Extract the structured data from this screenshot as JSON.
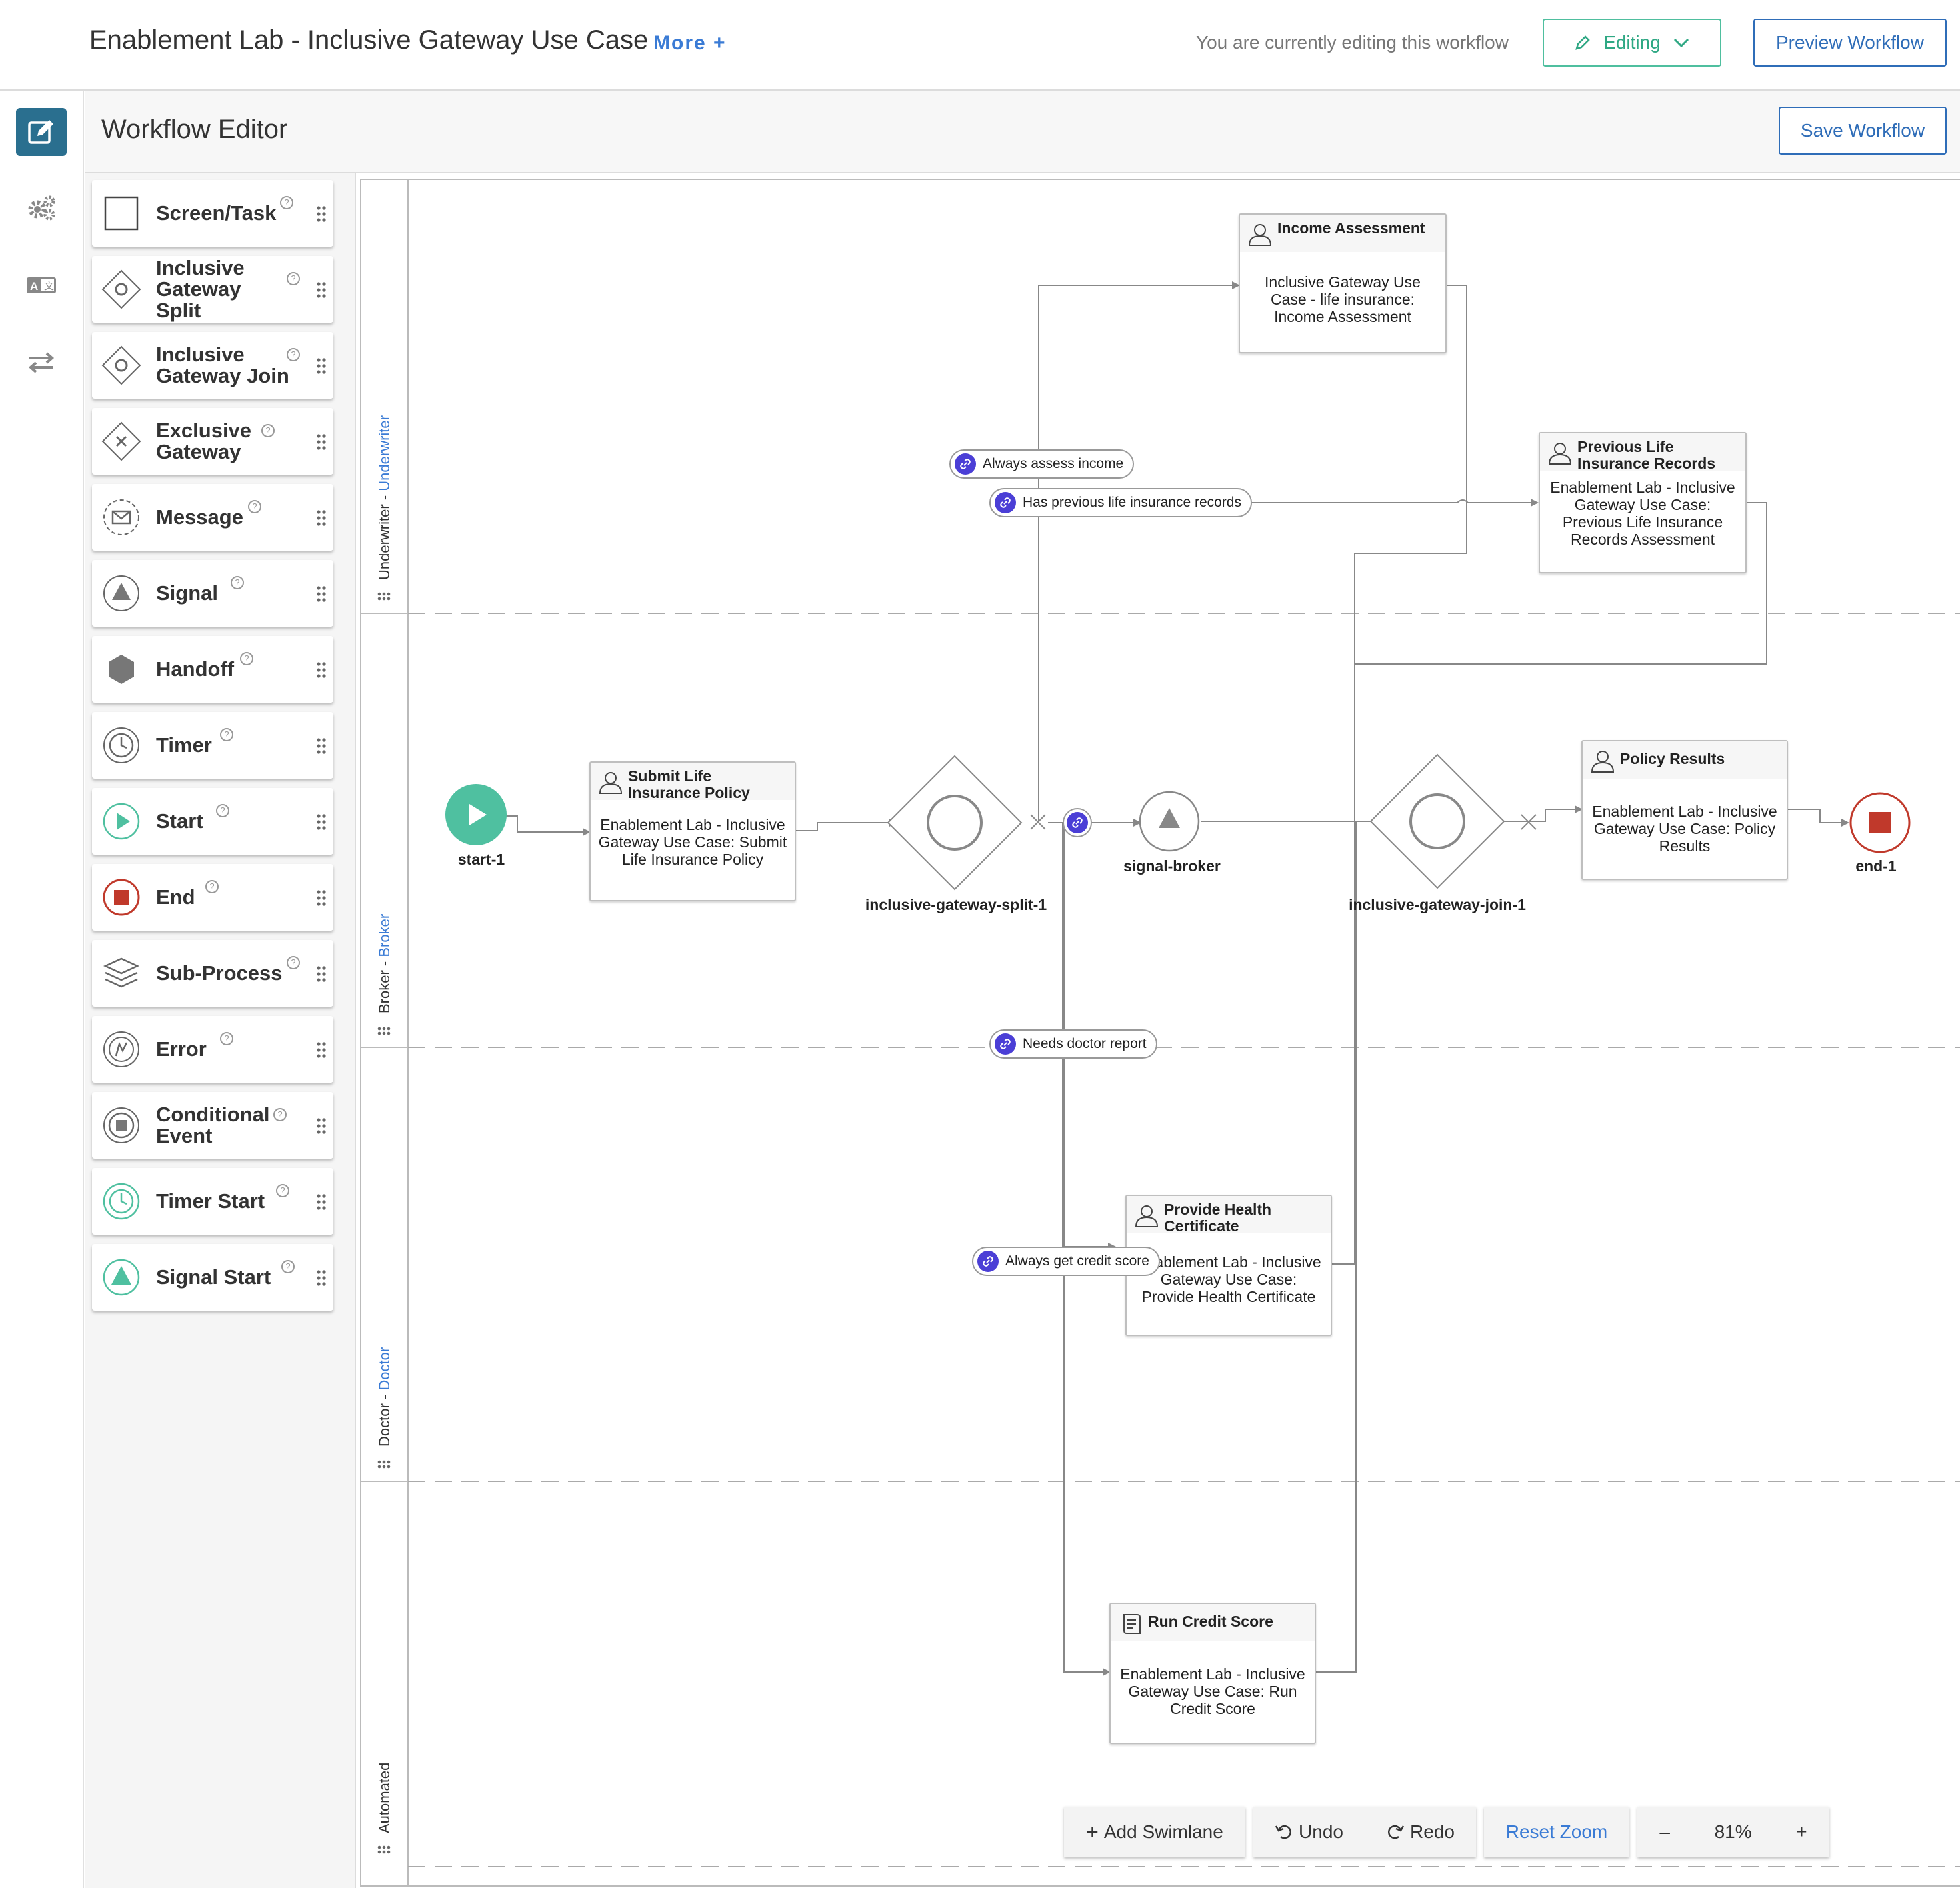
{
  "header": {
    "title": "Enablement Lab - Inclusive Gateway Use Case",
    "more": "More +",
    "editing_note": "You are currently editing this workflow",
    "editing_label": "Editing",
    "preview_label": "Preview Workflow"
  },
  "rail": {
    "icons": [
      "edit-icon",
      "settings-gears-icon",
      "translate-icon",
      "swap-arrows-icon"
    ]
  },
  "editor": {
    "title": "Workflow Editor",
    "save_label": "Save Workflow"
  },
  "palette": {
    "items": [
      {
        "label": "Screen/Task",
        "icon": "square-icon"
      },
      {
        "label": "Inclusive Gateway Split",
        "icon": "inclusive-gateway-split-icon"
      },
      {
        "label": "Inclusive Gateway Join",
        "icon": "inclusive-gateway-join-icon"
      },
      {
        "label": "Exclusive Gateway",
        "icon": "exclusive-gateway-icon"
      },
      {
        "label": "Message",
        "icon": "message-icon"
      },
      {
        "label": "Signal",
        "icon": "signal-icon"
      },
      {
        "label": "Handoff",
        "icon": "handoff-icon"
      },
      {
        "label": "Timer",
        "icon": "timer-icon"
      },
      {
        "label": "Start",
        "icon": "start-icon"
      },
      {
        "label": "End",
        "icon": "end-icon"
      },
      {
        "label": "Sub-Process",
        "icon": "sub-process-icon"
      },
      {
        "label": "Error",
        "icon": "error-icon"
      },
      {
        "label": "Conditional Event",
        "icon": "conditional-event-icon"
      },
      {
        "label": "Timer Start",
        "icon": "timer-start-icon"
      },
      {
        "label": "Signal Start",
        "icon": "signal-start-icon"
      }
    ]
  },
  "lanes": [
    {
      "role": "Underwriter",
      "name": "Underwriter"
    },
    {
      "role": "Broker",
      "name": "Broker"
    },
    {
      "role": "Doctor",
      "name": "Doctor"
    },
    {
      "role": "Automated",
      "name": ""
    }
  ],
  "nodes": {
    "income": {
      "title": "Income Assessment",
      "body": "Inclusive Gateway Use Case - life insurance: Income Assessment"
    },
    "previous": {
      "title": "Previous Life Insurance Records",
      "body": "Enablement Lab - Inclusive Gateway Use Case: Previous Life Insurance Records Assessment"
    },
    "submit": {
      "title": "Submit Life Insurance Policy",
      "body": "Enablement Lab - Inclusive Gateway Use Case: Submit Life Insurance Policy"
    },
    "results": {
      "title": "Policy Results",
      "body": "Enablement Lab - Inclusive Gateway Use Case: Policy Results"
    },
    "health": {
      "title": "Provide Health Certificate",
      "body": "Enablement Lab - Inclusive Gateway Use Case: Provide Health Certificate"
    },
    "credit": {
      "title": "Run Credit Score",
      "body": "Enablement Lab - Inclusive Gateway Use Case: Run Credit Score"
    }
  },
  "labels": {
    "start": "start-1",
    "split": "inclusive-gateway-split-1",
    "signal": "signal-broker",
    "join": "inclusive-gateway-join-1",
    "end": "end-1"
  },
  "conditions": {
    "income": "Always assess income",
    "previous": "Has previous life insurance records",
    "doctor": "Needs doctor report",
    "credit": "Always get credit score"
  },
  "toolbar": {
    "add_swimlane": "Add Swimlane",
    "undo": "Undo",
    "redo": "Redo",
    "reset_zoom": "Reset Zoom",
    "zoom_out": "–",
    "zoom_level": "81%",
    "zoom_in": "+"
  },
  "colors": {
    "accent": "#3a7bd5",
    "start": "#4fc0a0",
    "end": "#c0392b",
    "condition_badge": "#4b3fd6",
    "rail_active": "#2a6f8f"
  }
}
